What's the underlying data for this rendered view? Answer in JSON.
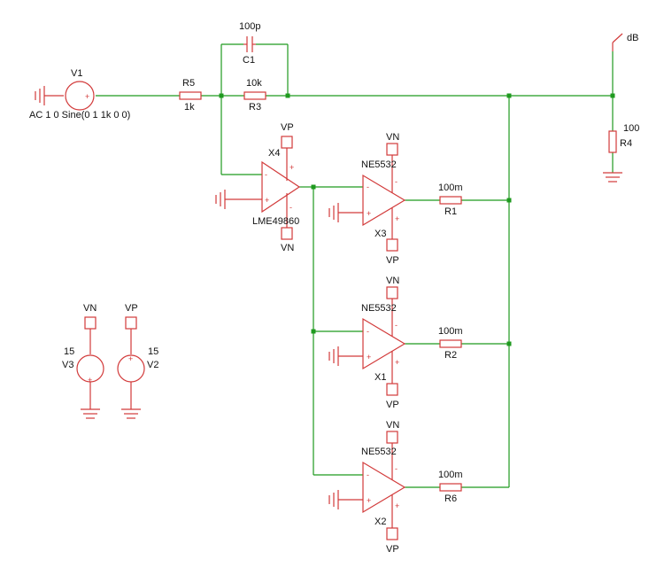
{
  "sources": {
    "v1": {
      "ref": "V1",
      "spec": "AC 1 0 Sine(0 1 1k 0 0)"
    },
    "v3": {
      "ref": "V3",
      "value": "15",
      "net": "VN"
    },
    "v2": {
      "ref": "V2",
      "value": "15",
      "net": "VP"
    }
  },
  "resistors": {
    "r5": {
      "ref": "R5",
      "value": "1k"
    },
    "r3": {
      "ref": "R3",
      "value": "10k"
    },
    "r4": {
      "ref": "R4",
      "value": "100"
    },
    "r1": {
      "ref": "R1",
      "value": "100m"
    },
    "r2": {
      "ref": "R2",
      "value": "100m"
    },
    "r6": {
      "ref": "R6",
      "value": "100m"
    }
  },
  "capacitors": {
    "c1": {
      "ref": "C1",
      "value": "100p"
    }
  },
  "opamps": {
    "x4": {
      "ref": "X4",
      "model": "LME49860",
      "top_net": "VP",
      "bottom_net": "VN"
    },
    "x3": {
      "ref": "X3",
      "model": "NE5532",
      "top_net": "VN",
      "bottom_net": "VP"
    },
    "x1": {
      "ref": "X1",
      "model": "NE5532",
      "top_net": "VN",
      "bottom_net": "VP"
    },
    "x2": {
      "ref": "X2",
      "model": "NE5532",
      "top_net": "VN",
      "bottom_net": "VP"
    }
  },
  "probe": {
    "label": "dB"
  },
  "pins": {
    "plus": "+",
    "minus": "-"
  }
}
